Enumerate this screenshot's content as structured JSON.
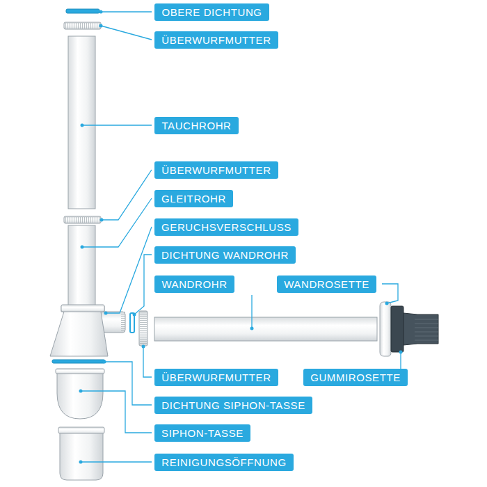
{
  "diagram": {
    "nodes": [
      {
        "text": [
          "OBERE DICHTUNG"
        ]
      },
      {
        "text": [
          "ÜBERWURFMUTTER"
        ]
      },
      {
        "text": [
          "TAUCHROHR"
        ]
      },
      {
        "text": [
          "ÜBERWURFMUTTER"
        ]
      },
      {
        "text": [
          "GLEITROHR"
        ]
      },
      {
        "text": [
          "GERUCHSVERSCHLUSS"
        ]
      },
      {
        "text": [
          "DICHTUNG WANDROHR"
        ]
      },
      {
        "text": [
          "WANDROHR"
        ]
      },
      {
        "text": [
          "WANDROSETTE"
        ]
      },
      {
        "text": [
          "ÜBERWURFMUTTER"
        ]
      },
      {
        "text": [
          "GUMMIROSETTE"
        ]
      },
      {
        "text": [
          "DICHTUNG SIPHON-TASSE"
        ]
      },
      {
        "text": [
          "SIPHON-TASSE"
        ]
      },
      {
        "text": [
          "REINIGUNGSÖFFNUNG"
        ]
      }
    ]
  }
}
